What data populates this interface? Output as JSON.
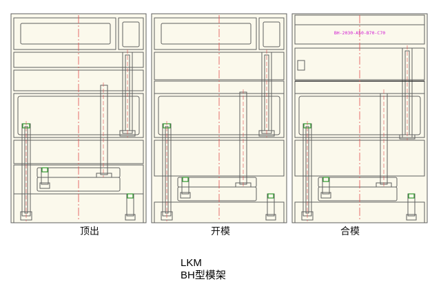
{
  "panels": [
    {
      "id": "ejection",
      "caption": "顶出"
    },
    {
      "id": "open",
      "caption": "开模"
    },
    {
      "id": "close",
      "caption": "合模",
      "part_number": "BH-2030-A50-B70-C70"
    }
  ],
  "footer": {
    "brand": "LKM",
    "series": "BH型模架"
  },
  "colors": {
    "background": "#ffffff",
    "panel_bg": "#fbf9ec",
    "outline": "#5e5e5e",
    "centerline": "#e24a4a",
    "part_number": "#d11ad1",
    "bolt_head": "#2e9a2e"
  }
}
